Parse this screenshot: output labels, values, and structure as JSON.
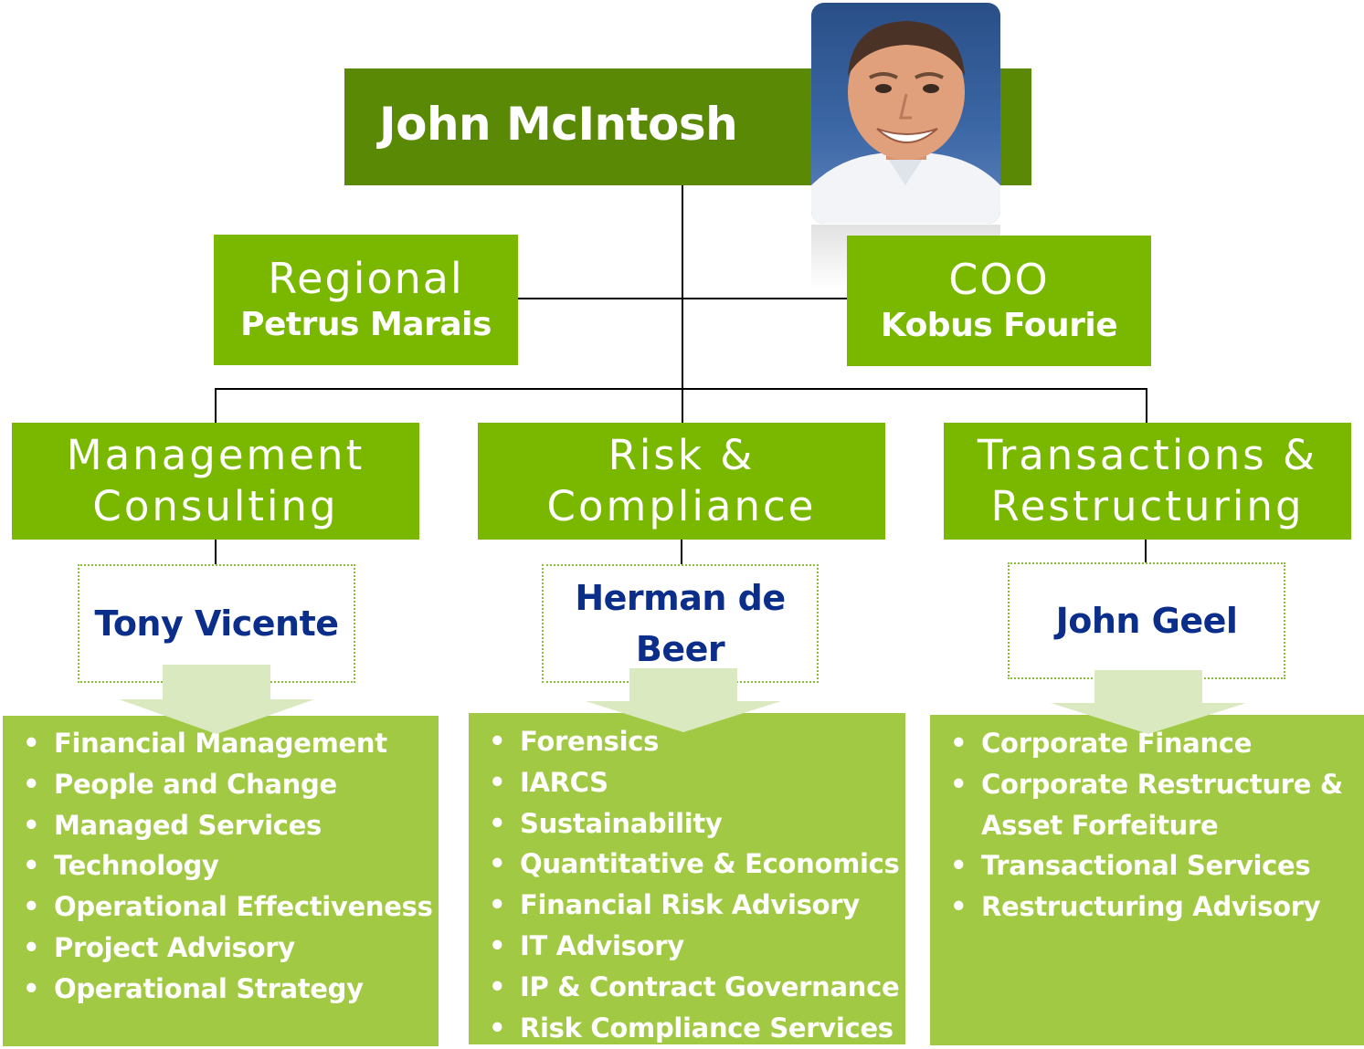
{
  "ceo": {
    "name": "John McIntosh"
  },
  "regional": {
    "title": "Regional",
    "name": "Petrus Marais"
  },
  "coo": {
    "title": "COO",
    "name": "Kobus Fourie"
  },
  "services": [
    {
      "heading": [
        "Management",
        "Consulting"
      ],
      "leader": "Tony Vicente",
      "items": [
        "Financial Management",
        "People and Change",
        "Managed Services",
        "Technology",
        "Operational Effectiveness",
        "Project Advisory",
        "Operational Strategy"
      ]
    },
    {
      "heading": [
        "Risk &",
        "Compliance"
      ],
      "leader": "Herman de Beer",
      "items": [
        "Forensics",
        "IARCS",
        "Sustainability",
        "Quantitative & Economics",
        "Financial Risk Advisory",
        "IT Advisory",
        "IP & Contract Governance",
        "Risk Compliance Services"
      ]
    },
    {
      "heading": [
        "Transactions &",
        "Restructuring"
      ],
      "leader": "John Geel",
      "items": [
        "Corporate Finance",
        "Corporate Restructure &",
        "Asset  Forfeiture",
        "Transactional Services",
        "Restructuring Advisory"
      ]
    }
  ],
  "bullet_glyph": "•",
  "colors": {
    "dark_green": "#5a8a05",
    "green": "#7ab800",
    "light_green": "#a2c944",
    "leader_text": "#0b2e8a",
    "arrow": "#dbe9c0"
  }
}
